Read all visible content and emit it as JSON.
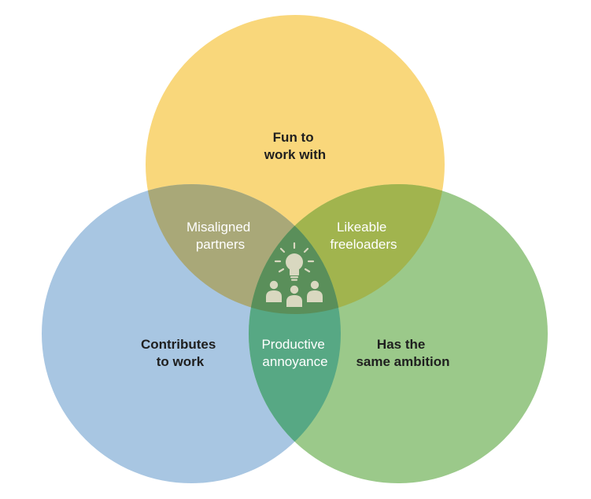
{
  "colors": {
    "background": "#ffffff",
    "top_circle": "#f9d77b",
    "left_circle": "#a8c6e2",
    "right_circle": "#9bc98a",
    "top_left_overlap": "#a9a878",
    "top_right_overlap": "#a1b44e",
    "left_right_overlap": "#57a884",
    "center": "#5a8f5a",
    "icon": "#d9d8c0",
    "bold_text": "#1f1f1f",
    "light_text": "#ffffff"
  },
  "sets": {
    "top": {
      "line1": "Fun to",
      "line2": "work with"
    },
    "left": {
      "line1": "Contributes",
      "line2": "to work"
    },
    "right": {
      "line1": "Has the",
      "line2": "same ambition"
    }
  },
  "overlaps": {
    "top_left": {
      "line1": "Misaligned",
      "line2": "partners"
    },
    "top_right": {
      "line1": "Likeable",
      "line2": "freeloaders"
    },
    "left_right": {
      "line1": "Productive",
      "line2": "annoyance"
    }
  },
  "center": {
    "icon": "lightbulb-with-team-icon"
  }
}
